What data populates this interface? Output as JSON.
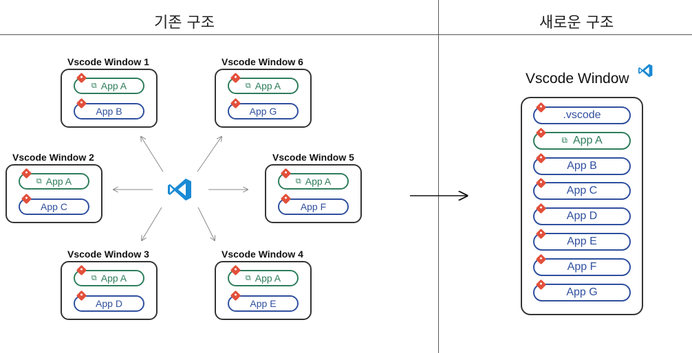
{
  "headers": {
    "old": "기존 구조",
    "new": "새로운 구조"
  },
  "windows": [
    {
      "title": "Vscode Window 1",
      "apps": [
        "App A",
        "App B"
      ]
    },
    {
      "title": "Vscode Window 6",
      "apps": [
        "App A",
        "App G"
      ]
    },
    {
      "title": "Vscode Window 2",
      "apps": [
        "App A",
        "App C"
      ]
    },
    {
      "title": "Vscode Window 5",
      "apps": [
        "App A",
        "App F"
      ]
    },
    {
      "title": "Vscode Window 3",
      "apps": [
        "App A",
        "App D"
      ]
    },
    {
      "title": "Vscode Window 4",
      "apps": [
        "App A",
        "App E"
      ]
    }
  ],
  "new_window": {
    "title": "Vscode Window",
    "items": [
      ".vscode",
      "App A",
      "App B",
      "App C",
      "App D",
      "App E",
      "App F",
      "App G"
    ]
  },
  "icons": {
    "center": "vscode-logo-icon",
    "title": "vscode-logo-icon",
    "branch": "git-icon",
    "external": "external-link-icon"
  },
  "colors": {
    "ext": "#2e7d5b",
    "app": "#2f4f9e",
    "vscode": "#1a8ad4",
    "git": "#e2503b"
  }
}
